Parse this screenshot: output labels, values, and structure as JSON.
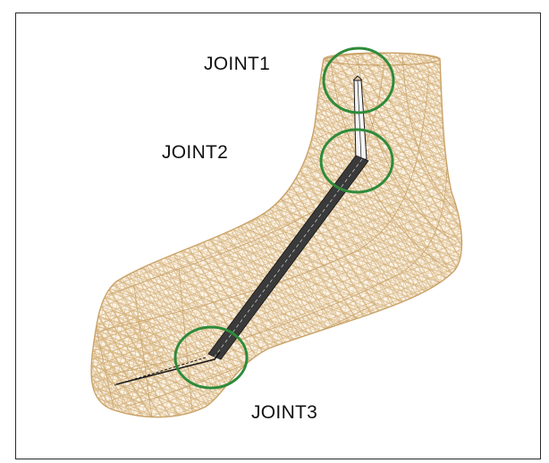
{
  "labels": {
    "joint1": "JOINT1",
    "joint2": "JOINT2",
    "joint3": "JOINT3"
  },
  "colors": {
    "mesh": "#d8b784",
    "mesh_dark": "#b8935c",
    "ring": "#2e8b3a",
    "skeleton": "#1a1a1a"
  }
}
